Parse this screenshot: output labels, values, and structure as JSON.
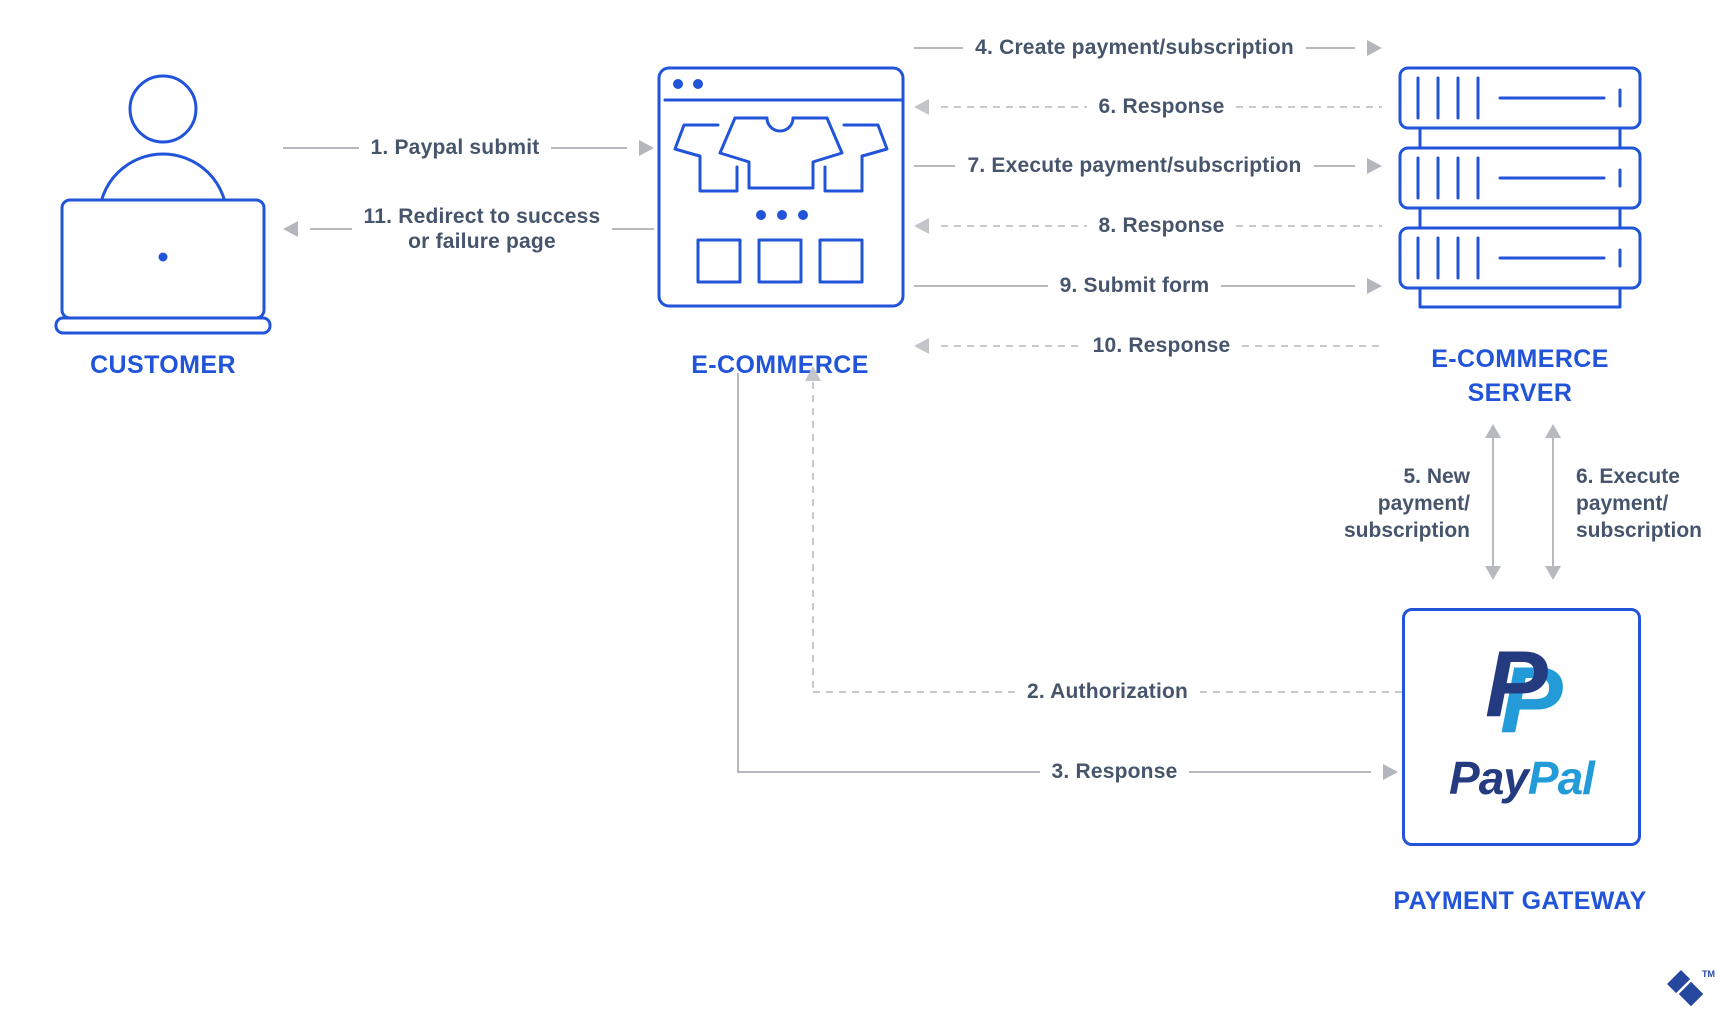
{
  "diagram": {
    "entities": {
      "customer": {
        "label": "CUSTOMER"
      },
      "ecommerce": {
        "label": "E-COMMERCE"
      },
      "server": {
        "label_line1": "E-COMMERCE",
        "label_line2": "SERVER"
      },
      "gateway": {
        "label": "PAYMENT GATEWAY",
        "monogram": "P",
        "brand_part1": "Pay",
        "brand_part2": "Pal"
      }
    },
    "flows": {
      "f1": "1. Paypal submit",
      "f11_line1": "11. Redirect to success",
      "f11_line2": "or failure page",
      "f2": "2. Authorization",
      "f3": "3. Response",
      "f4": "4. Create payment/subscription",
      "f6_response": "6. Response",
      "f7": "7. Execute payment/subscription",
      "f8": "8. Response",
      "f9": "9. Submit form",
      "f10": "10. Response",
      "f5_line1": "5. New",
      "f5_line2": "payment/",
      "f5_line3": "subscription",
      "f6e_line1": "6. Execute",
      "f6e_line2": "payment/",
      "f6e_line3": "subscription"
    },
    "watermark": {
      "tm": "TM"
    },
    "colors": {
      "accent_blue": "#2154d9",
      "flow_text": "#46556c",
      "arrow_gray": "#b6b9be",
      "dash_gray": "#c6c9cd",
      "paypal_navy": "#253b80",
      "paypal_blue": "#229bd8",
      "logo_blue": "#25479e"
    }
  }
}
